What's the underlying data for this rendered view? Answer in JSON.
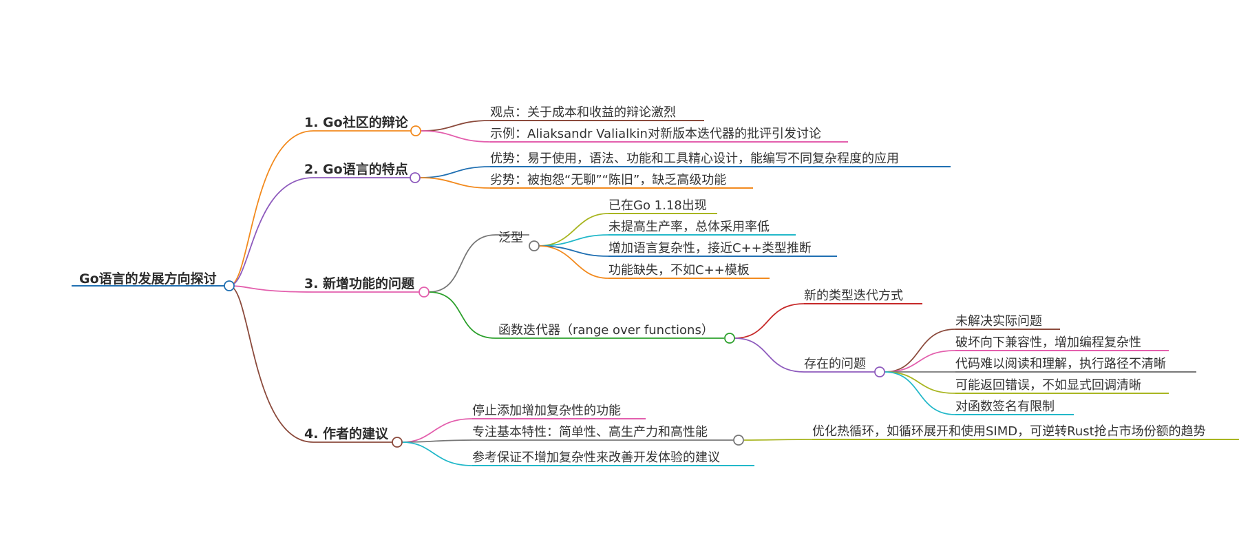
{
  "root": {
    "label": "Go语言的发展方向探讨",
    "color": "#1f6fb2",
    "children": [
      {
        "label": "1. Go社区的辩论",
        "color": "#f28a1e",
        "children": [
          {
            "label": "观点：关于成本和收益的辩论激烈",
            "color": "#8b4a3c"
          },
          {
            "label": "示例：Aliaksandr Valialkin对新版本迭代器的批评引发讨论",
            "color": "#e35fad"
          }
        ]
      },
      {
        "label": "2. Go语言的特点",
        "color": "#8e5bbd",
        "children": [
          {
            "label": "优势：易于使用，语法、功能和工具精心设计，能编写不同复杂程度的应用",
            "color": "#1f6fb2"
          },
          {
            "label": "劣势：被抱怨“无聊”“陈旧”，缺乏高级功能",
            "color": "#f28a1e"
          }
        ]
      },
      {
        "label": "3. 新增功能的问题",
        "color": "#e35fad",
        "children": [
          {
            "label": "泛型",
            "color": "#777777",
            "children": [
              {
                "label": "已在Go 1.18出现",
                "color": "#a8b520"
              },
              {
                "label": "未提高生产率，总体采用率低",
                "color": "#22b8c9"
              },
              {
                "label": "增加语言复杂性，接近C++类型推断",
                "color": "#1f6fb2"
              },
              {
                "label": "功能缺失，不如C++模板",
                "color": "#f28a1e"
              }
            ]
          },
          {
            "label": "函数迭代器（range over functions）",
            "color": "#2ca02c",
            "children": [
              {
                "label": "新的类型迭代方式",
                "color": "#c62828"
              },
              {
                "label": "存在的问题",
                "color": "#8e5bbd",
                "children": [
                  {
                    "label": "未解决实际问题",
                    "color": "#8b4a3c"
                  },
                  {
                    "label": "破坏向下兼容性，增加编程复杂性",
                    "color": "#e35fad"
                  },
                  {
                    "label": "代码难以阅读和理解，执行路径不清晰",
                    "color": "#777777"
                  },
                  {
                    "label": "可能返回错误，不如显式回调清晰",
                    "color": "#a8b520"
                  },
                  {
                    "label": "对函数签名有限制",
                    "color": "#22b8c9"
                  }
                ]
              }
            ]
          }
        ]
      },
      {
        "label": "4. 作者的建议",
        "color": "#8b4a3c",
        "children": [
          {
            "label": "停止添加增加复杂性的功能",
            "color": "#e35fad"
          },
          {
            "label": "专注基本特性：简单性、高生产力和高性能",
            "color": "#777777",
            "children": [
              {
                "label": "优化热循环，如循环展开和使用SIMD，可逆转Rust抢占市场份额的趋势",
                "color": "#a8b520"
              }
            ]
          },
          {
            "label": "参考保证不增加复杂性来改善开发体验的建议",
            "color": "#22b8c9"
          }
        ]
      }
    ]
  }
}
